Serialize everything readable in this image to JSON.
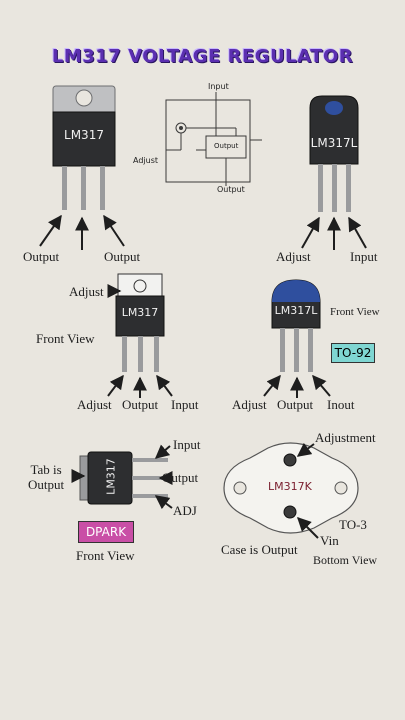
{
  "title": "LM317 VOLTAGE REGULATOR",
  "schematic": {
    "input": "Input",
    "adjust": "Adjust",
    "output": "Output",
    "box": "Output"
  },
  "pkg_to220_top": {
    "part": "LM317",
    "pin_left": "Output",
    "pin_right": "Output"
  },
  "pkg_to92_top": {
    "part": "LM317L",
    "pin_left": "Adjust",
    "pin_right": "Input"
  },
  "pkg_to220_front": {
    "part": "LM317",
    "adjust_tab": "Adjust",
    "view": "Front View",
    "pins": [
      "Adjust",
      "Output",
      "Input"
    ]
  },
  "pkg_to92_front": {
    "part": "LM317L",
    "view": "Front View",
    "package": "TO-92",
    "pins": [
      "Adjust",
      "Output",
      "Inout"
    ]
  },
  "pkg_dpark": {
    "part": "LM317",
    "tab": "Tab is\nOutput",
    "pins": [
      "Input",
      "Output",
      "ADJ"
    ],
    "package": "DPARK",
    "view": "Front View"
  },
  "pkg_to3": {
    "part": "LM317K",
    "adjustment": "Adjustment",
    "package": "TO-3",
    "vin": "Vin",
    "case": "Case is Output",
    "view": "Bottom View"
  },
  "colors": {
    "title": "#5b2fb0",
    "to92_label_bg": "#7fd6d2",
    "dpark_label_bg": "#c94fa6",
    "chip_body": "#2d2e30"
  }
}
